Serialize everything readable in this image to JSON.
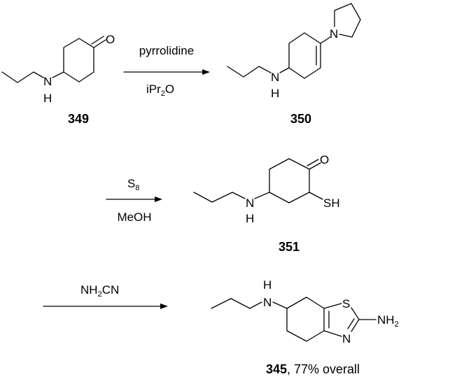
{
  "compounds": {
    "c349": {
      "label": "349"
    },
    "c350": {
      "label": "350"
    },
    "c351": {
      "label": "351"
    },
    "c345": {
      "label": "345",
      "yield_text": ", 77% overall"
    }
  },
  "steps": [
    {
      "above": "pyrrolidine",
      "below_main": "iPr",
      "below_sub": "2",
      "below_tail": "O"
    },
    {
      "above_main": "S",
      "above_sub": "8",
      "below": "MeOH"
    },
    {
      "above_main": "NH",
      "above_sub": "2",
      "above_tail": "CN"
    }
  ],
  "atoms": {
    "N": "N",
    "H": "H",
    "O": "O",
    "S": "S",
    "SH": "SH",
    "NH": "NH",
    "sub2": "2"
  }
}
